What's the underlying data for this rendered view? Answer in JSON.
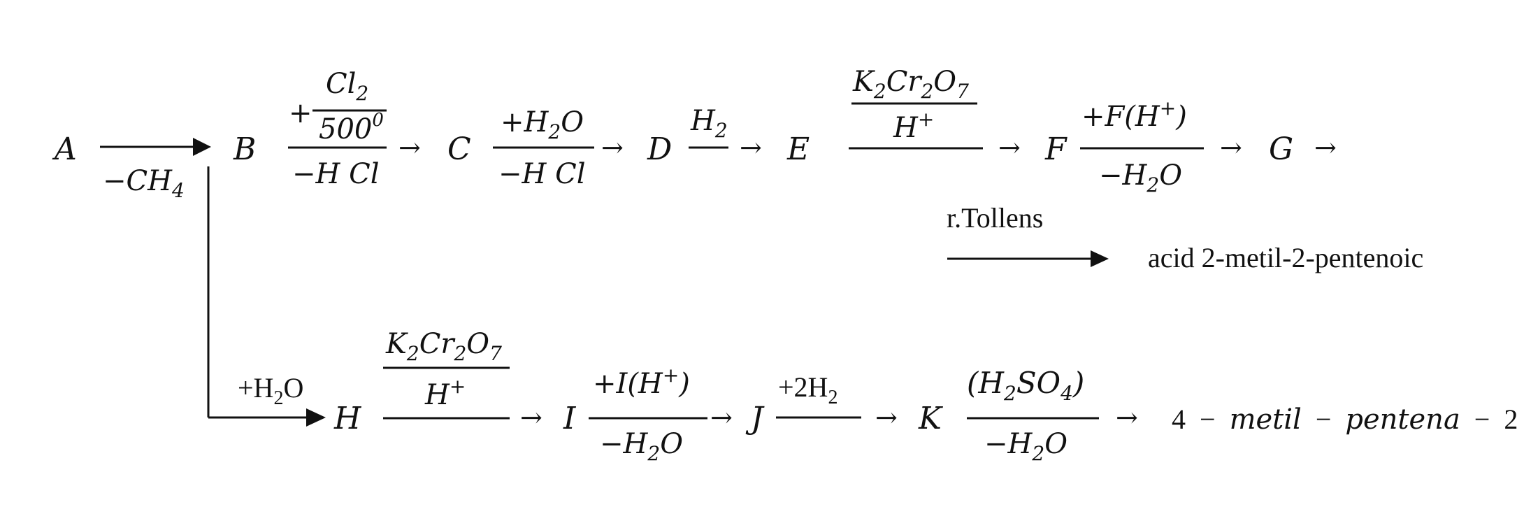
{
  "row1": {
    "A": "A",
    "minus_ch4": "−CH",
    "ch4_sub": "4",
    "B": "B",
    "plus": "+",
    "cl2": "Cl",
    "cl2_sub": "2",
    "temp": "500",
    "temp_sup": "0",
    "minus_hcl_1": "−H Cl",
    "arrow": "→",
    "C": "C",
    "plus_h2o": "+H",
    "plus_h2o_sub": "2",
    "plus_h2o_o": "O",
    "minus_hcl_2": "−H Cl",
    "D": "D",
    "h2": "H",
    "h2_sub": "2",
    "E": "E",
    "k2cr2o7_k": "K",
    "k2cr2o7_k_sub": "2",
    "k2cr2o7_cr": "Cr",
    "k2cr2o7_cr_sub": "2",
    "k2cr2o7_o": "O",
    "k2cr2o7_o_sub": "7",
    "hplus": "H",
    "hplus_sup": "+",
    "F": "F",
    "plus_f": "+F(H",
    "plus_f_sup": "+",
    "plus_f_close": ")",
    "minus_h2o": "−H",
    "minus_h2o_sub": "2",
    "minus_h2o_o": "O",
    "G": "G"
  },
  "tollens": {
    "label": "r.Tollens",
    "product": "acid 2-metil-2-pentenoic"
  },
  "row2": {
    "plus_h2o": "+H",
    "plus_h2o_sub": "2",
    "plus_h2o_o": "O",
    "H": "H",
    "k2cr2o7_k": "K",
    "k2cr2o7_k_sub": "2",
    "k2cr2o7_cr": "Cr",
    "k2cr2o7_cr_sub": "2",
    "k2cr2o7_o": "O",
    "k2cr2o7_o_sub": "7",
    "hplus": "H",
    "hplus_sup": "+",
    "arrow": "→",
    "I": "I",
    "plus_i": "+I(H",
    "plus_i_sup": "+",
    "plus_i_close": ")",
    "minus_h2o": "−H",
    "minus_h2o_sub": "2",
    "minus_h2o_o": "O",
    "J": "J",
    "plus_2h2": "+2H",
    "plus_2h2_sub": "2",
    "K": "K",
    "h2so4_open": "(H",
    "h2so4_sub": "2",
    "h2so4_so": "SO",
    "h2so4_sub4": "4",
    "h2so4_close": ")",
    "minus_h2o_2": "−H",
    "minus_h2o_2_sub": "2",
    "minus_h2o_2_o": "O",
    "product_num": "4",
    "product_dash1": "−",
    "product_metil": "metil",
    "product_dash2": "−",
    "product_pentena": "pentena",
    "product_dash3": "−",
    "product_num2": "2"
  }
}
